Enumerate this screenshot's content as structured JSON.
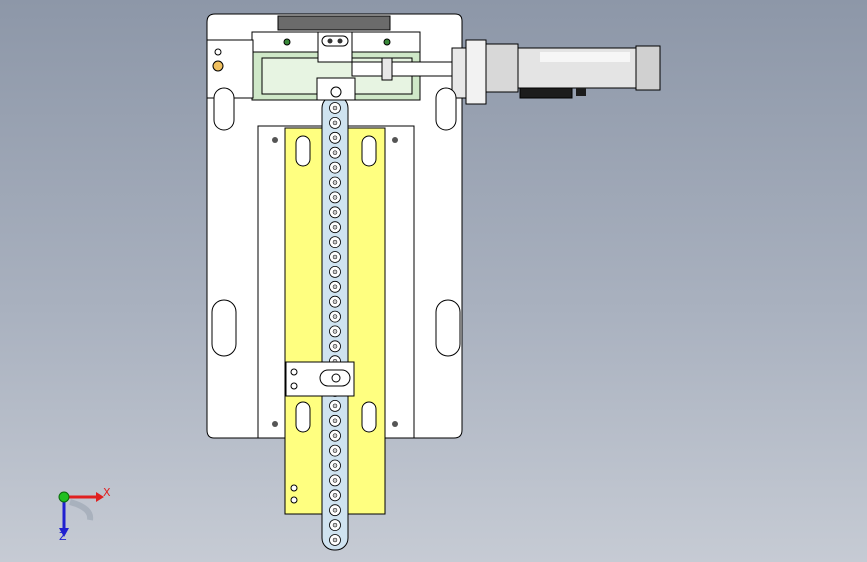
{
  "window": {
    "background_top": "#8d97a8",
    "background_bottom": "#c6cbd4"
  },
  "model": {
    "part_color": "#ffffff",
    "edge_color": "#000000",
    "rail_color": "#ffff80",
    "bracket_color": "#cfe8c8",
    "chain_color": "#cfe3f0",
    "cylinder_color": "#dcdcdc",
    "chain_link_count": 30
  },
  "triad": {
    "x_label": "X",
    "z_label": "Z",
    "x_color": "#e02020",
    "y_color": "#20c020",
    "z_color": "#2020d0"
  }
}
